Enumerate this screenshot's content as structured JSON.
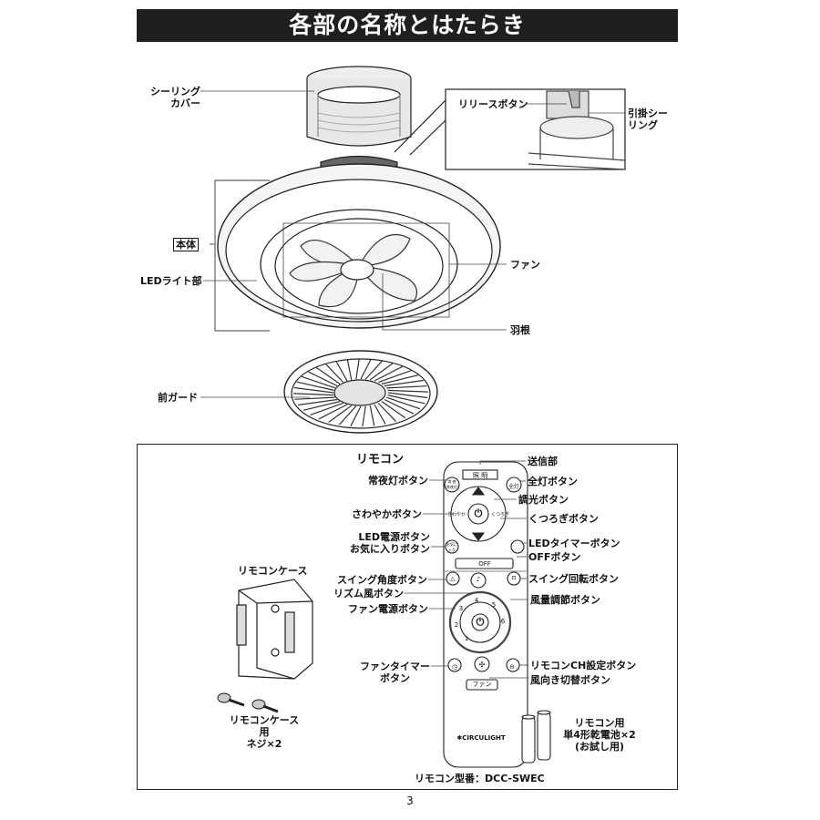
{
  "title": "各部の名称とはたらき",
  "parts": {
    "ceiling_cover": "シーリング\nカバー",
    "release_button": "リリースボタン",
    "hook_ceiling": "引掛シー\nリング",
    "body": "本体",
    "led_light": "LEDライト部",
    "fan": "ファン",
    "blade": "羽根",
    "front_guard": "前ガード"
  },
  "remote": {
    "heading": "リモコン",
    "left_labels": [
      "常夜灯ボタン",
      "さわやかボタン",
      "LED電源ボタン\nお気に入りボタン",
      "スイング角度ボタン",
      "リズム風ボタン",
      "ファン電源ボタン",
      "ファンタイマー\nボタン"
    ],
    "right_labels": [
      "送信部",
      "全灯ボタン",
      "調光ボタン",
      "くつろぎボタン",
      "LEDタイマーボタン",
      "OFFボタン",
      "スイング回転ボタン",
      "風量調節ボタン",
      "リモコンCH設定ボタン",
      "風向き切替ボタン"
    ],
    "case_heading": "リモコンケース",
    "screw_label": "リモコンケース用\nネジ×2",
    "battery_label": "リモコン用\n単4形乾電池×2\n(お試し用)",
    "model": "リモコン型番：DCC-SWEC",
    "device_text": {
      "light_tab": "照 明",
      "off": "OFF",
      "fan_tab": "ファン",
      "brand": "CIRCULIGHT",
      "full_light": "全灯",
      "night_light": "常 夜\n(常夜灯)",
      "fresh": "さわやか",
      "relax": "くつろぎ",
      "favorite": "お気に\n入り",
      "speeds": [
        "1",
        "2",
        "3",
        "4",
        "5",
        "6"
      ]
    }
  },
  "page_number": "3"
}
